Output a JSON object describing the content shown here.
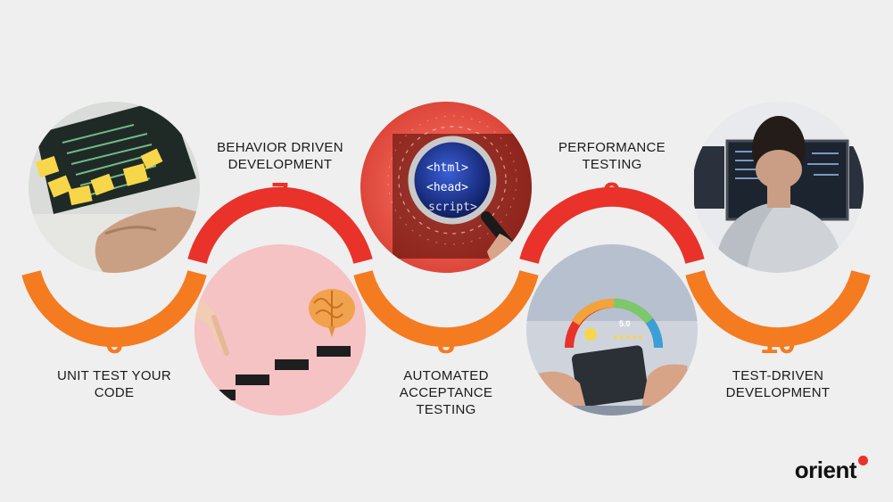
{
  "steps": [
    {
      "number": "6",
      "label_line1": "UNIT TEST YOUR",
      "label_line2": "CODE"
    },
    {
      "number": "7",
      "label_line1": "BEHAVIOR DRIVEN",
      "label_line2": "DEVELOPMENT"
    },
    {
      "number": "8",
      "label_line1": "AUTOMATED",
      "label_line2": "ACCEPTANCE",
      "label_line3": "TESTING"
    },
    {
      "number": "9",
      "label_line1": "PERFORMANCE",
      "label_line2": "TESTING"
    },
    {
      "number": "10",
      "label_line1": "TEST-DRIVEN",
      "label_line2": "DEVELOPMENT"
    }
  ],
  "photos": {
    "magnifier_tags": [
      "<html>",
      "<head>",
      "script>"
    ],
    "rating_value": "5.0"
  },
  "colors": {
    "orange": "#f47b20",
    "red": "#e8322a",
    "background": "#efefef",
    "text": "#1a1a1a"
  },
  "logo": {
    "text": "orient"
  }
}
